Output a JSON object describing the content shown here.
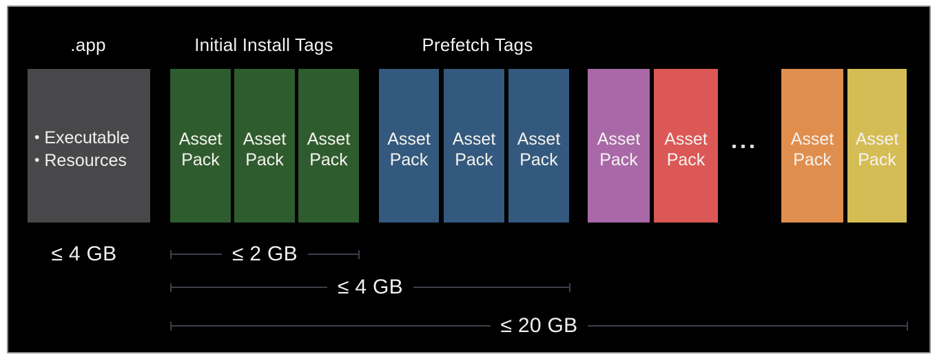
{
  "slide": {
    "column_headers": {
      "app": ".app",
      "initial_install": "Initial Install Tags",
      "prefetch": "Prefetch Tags"
    },
    "app_bundle": {
      "color": "#48484a",
      "bullet": "•",
      "items": [
        "Executable",
        "Resources"
      ],
      "size_label": "≤ 4 GB"
    },
    "packs": [
      {
        "group": "initial-install",
        "color": "#2f5c2f",
        "label": "Asset\nPack"
      },
      {
        "group": "initial-install",
        "color": "#2f5c2f",
        "label": "Asset\nPack"
      },
      {
        "group": "initial-install",
        "color": "#2f5c2f",
        "label": "Asset\nPack"
      },
      {
        "group": "prefetch",
        "color": "#34597e",
        "label": "Asset\nPack"
      },
      {
        "group": "prefetch",
        "color": "#34597e",
        "label": "Asset\nPack"
      },
      {
        "group": "prefetch",
        "color": "#34597e",
        "label": "Asset\nPack"
      },
      {
        "group": "on-demand",
        "color": "#a968a8",
        "label": "Asset\nPack"
      },
      {
        "group": "on-demand",
        "color": "#db5856",
        "label": "Asset\nPack"
      },
      {
        "group": "on-demand",
        "color": "#e08e4e",
        "label": "Asset\nPack"
      },
      {
        "group": "on-demand",
        "color": "#d5bd55",
        "label": "Asset\nPack"
      }
    ],
    "size_brackets": {
      "initial_install": {
        "label": "≤ 2 GB"
      },
      "initial_plus_prefetch": {
        "label": "≤ 4 GB"
      },
      "total": {
        "label": "≤ 20 GB"
      }
    },
    "colors": {
      "panel_bg": "#000000",
      "panel_border": "#8a8a8a",
      "bracket_line": "#3b404a",
      "text": "#f2f2f2"
    }
  }
}
